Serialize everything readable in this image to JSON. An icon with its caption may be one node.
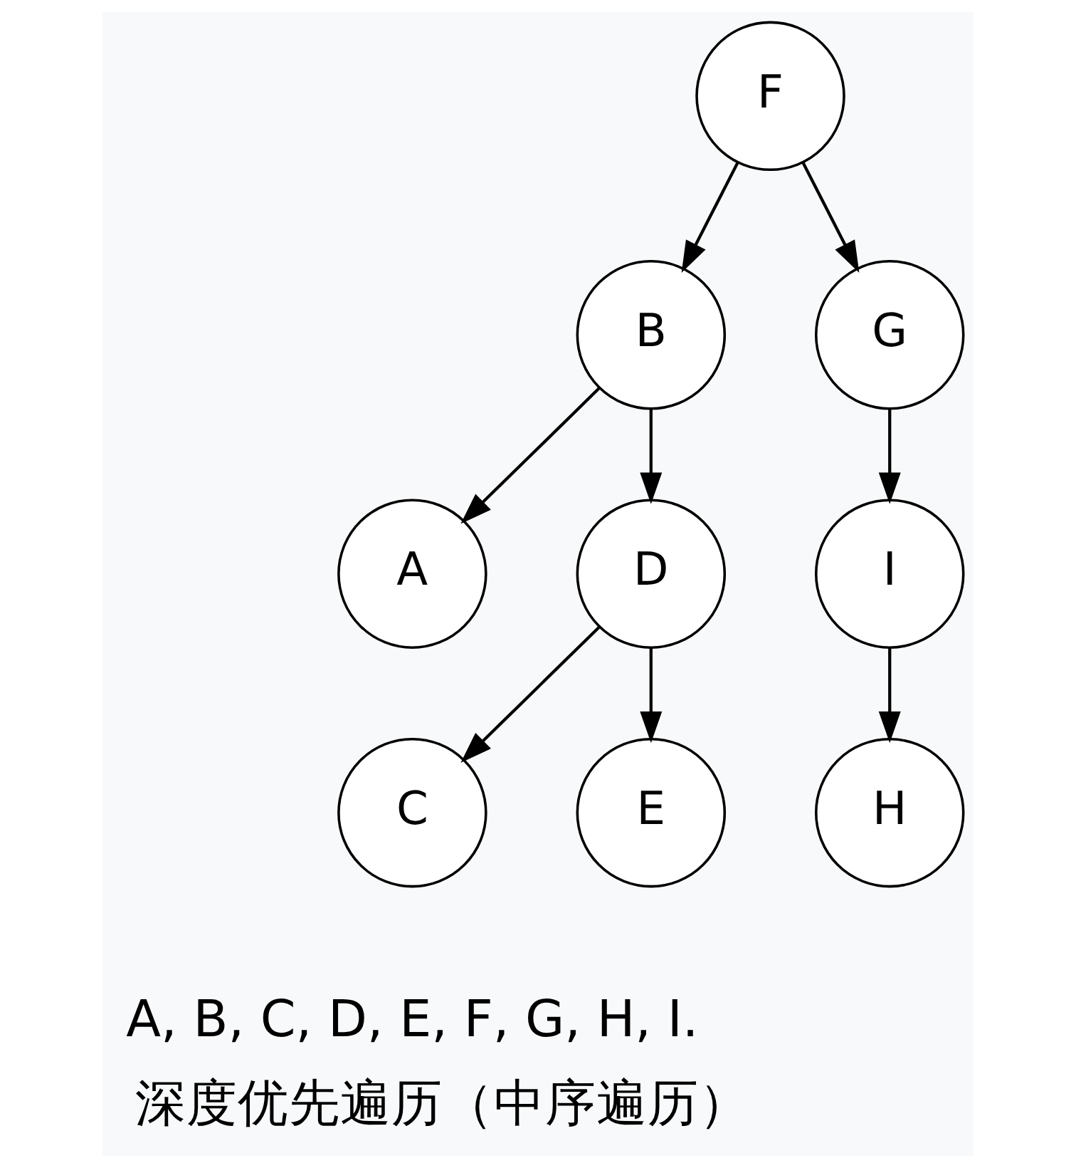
{
  "diagram": {
    "caption": "深度优先遍历（中序遍历）",
    "nodes": [
      {
        "text": [
          "F"
        ]
      },
      {
        "text": [
          "B"
        ]
      },
      {
        "text": [
          "G"
        ]
      },
      {
        "text": [
          "A"
        ]
      },
      {
        "text": [
          "D"
        ]
      },
      {
        "text": [
          "I"
        ]
      },
      {
        "text": [
          "C"
        ]
      },
      {
        "text": [
          "E"
        ]
      },
      {
        "text": [
          "H"
        ]
      }
    ],
    "edges": [
      {
        "from": 0,
        "to": 1,
        "arrow": "to"
      },
      {
        "from": 0,
        "to": 2,
        "arrow": "to"
      },
      {
        "from": 1,
        "to": 3,
        "arrow": "to"
      },
      {
        "from": 1,
        "to": 4,
        "arrow": "to"
      },
      {
        "from": 2,
        "to": 5,
        "arrow": "to"
      },
      {
        "from": 4,
        "to": 6,
        "arrow": "to"
      },
      {
        "from": 4,
        "to": 7,
        "arrow": "to"
      },
      {
        "from": 5,
        "to": 8,
        "arrow": "to"
      }
    ],
    "labels": [
      "A, B, C, D, E, F, G, H, I."
    ]
  }
}
